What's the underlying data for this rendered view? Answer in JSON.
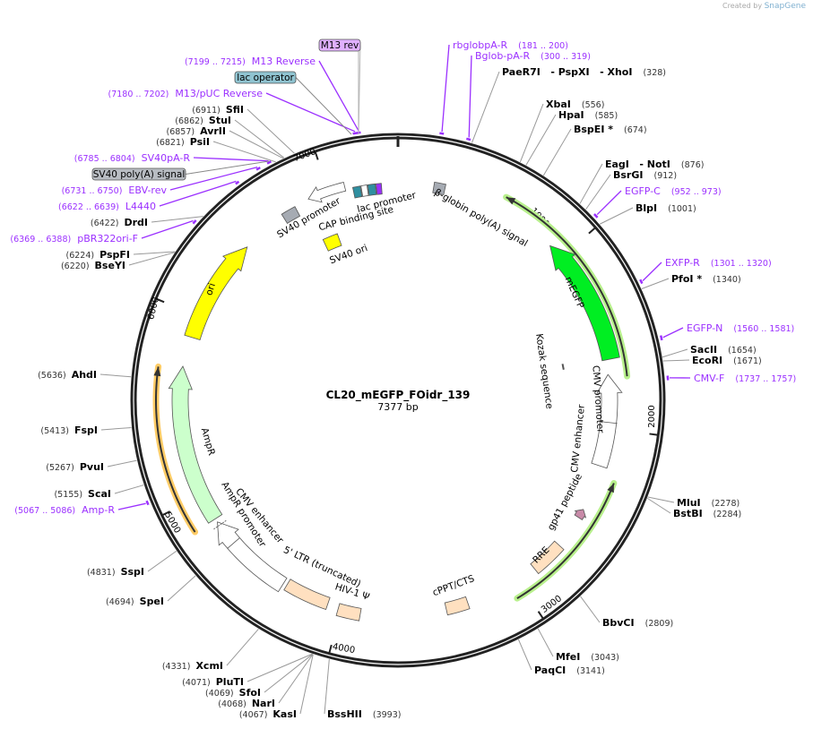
{
  "credit": {
    "prefix": "Created by",
    "brand": "SnapGene"
  },
  "plasmid": {
    "name": "CL20_mEGFP_FOidr_139",
    "length": "7377 bp"
  },
  "colors": {
    "backbone": "#222222",
    "primer": "#9b30ff",
    "enzyme": "#000000",
    "egfp": "#00ee22",
    "ori": "#ffff00",
    "ampr": "#ccffcc",
    "orf_highlight": "#b8f08c",
    "ampr_orf": "#ffcc66",
    "misc": "#ffe0c0",
    "grey_feature": "#a6abb3",
    "gp41": "#c88aa8"
  },
  "ticks": [
    "1000",
    "2000",
    "3000",
    "4000",
    "5000",
    "6000",
    "7000"
  ],
  "boxed_labels": [
    {
      "text": "M13 rev",
      "bg": "#e0b0ff"
    },
    {
      "text": "lac operator",
      "bg": "#8fc3d0"
    },
    {
      "text": "SV40 poly(A) signal",
      "bg": "#b8bcc2"
    }
  ],
  "enzymes": [
    {
      "name": "SfiI",
      "pos": "6911"
    },
    {
      "name": "StuI",
      "pos": "6862"
    },
    {
      "name": "AvrII",
      "pos": "6857"
    },
    {
      "name": "PsiI",
      "pos": "6821"
    },
    {
      "name": "DrdI",
      "pos": "6422"
    },
    {
      "name": "PspFI",
      "pos": "6224"
    },
    {
      "name": "BseYI",
      "pos": "6220"
    },
    {
      "name": "AhdI",
      "pos": "5636"
    },
    {
      "name": "FspI",
      "pos": "5413"
    },
    {
      "name": "PvuI",
      "pos": "5267"
    },
    {
      "name": "ScaI",
      "pos": "5155"
    },
    {
      "name": "SspI",
      "pos": "4831"
    },
    {
      "name": "SpeI",
      "pos": "4694"
    },
    {
      "name": "XcmI",
      "pos": "4331"
    },
    {
      "name": "PluTI",
      "pos": "4071"
    },
    {
      "name": "SfoI",
      "pos": "4069"
    },
    {
      "name": "NarI",
      "pos": "4068"
    },
    {
      "name": "KasI",
      "pos": "4067"
    },
    {
      "name": "PaeR7I   - PspXI   - XhoI",
      "pos": "328"
    },
    {
      "name": "XbaI",
      "pos": "556"
    },
    {
      "name": "HpaI",
      "pos": "585"
    },
    {
      "name": "BspEI *",
      "pos": "674"
    },
    {
      "name": "EagI   - NotI",
      "pos": "876"
    },
    {
      "name": "BsrGI",
      "pos": "912"
    },
    {
      "name": "BlpI",
      "pos": "1001"
    },
    {
      "name": "PfoI *",
      "pos": "1340"
    },
    {
      "name": "SacII",
      "pos": "1654"
    },
    {
      "name": "EcoRI",
      "pos": "1671"
    },
    {
      "name": "MluI",
      "pos": "2278"
    },
    {
      "name": "BstBI",
      "pos": "2284"
    },
    {
      "name": "BbvCI",
      "pos": "2809"
    },
    {
      "name": "MfeI",
      "pos": "3043"
    },
    {
      "name": "PaqCI",
      "pos": "3141"
    },
    {
      "name": "BssHII",
      "pos": "3993"
    }
  ],
  "primers": [
    {
      "name": "M13 Reverse",
      "range": "7199 .. 7215"
    },
    {
      "name": "M13/pUC Reverse",
      "range": "7180 .. 7202"
    },
    {
      "name": "SV40pA-R",
      "range": "6785 .. 6804"
    },
    {
      "name": "EBV-rev",
      "range": "6731 .. 6750"
    },
    {
      "name": "L4440",
      "range": "6622 .. 6639"
    },
    {
      "name": "pBR322ori-F",
      "range": "6369 .. 6388"
    },
    {
      "name": "Amp-R",
      "range": "5067 .. 5086"
    },
    {
      "name": "rbglobpA-R",
      "range": "181 .. 200"
    },
    {
      "name": "Bglob-pA-R",
      "range": "300 .. 319"
    },
    {
      "name": "EGFP-C",
      "range": "952 .. 973"
    },
    {
      "name": "EXFP-R",
      "range": "1301 .. 1320"
    },
    {
      "name": "EGFP-N",
      "range": "1560 .. 1581"
    },
    {
      "name": "CMV-F",
      "range": "1737 .. 1757"
    }
  ],
  "features": [
    {
      "name": "SV40 promoter"
    },
    {
      "name": "lac promoter"
    },
    {
      "name": "CAP binding site"
    },
    {
      "name": "β-globin poly(A) signal"
    },
    {
      "name": "SV40 ori"
    },
    {
      "name": "ori"
    },
    {
      "name": "mEGFP"
    },
    {
      "name": "Kozak sequence"
    },
    {
      "name": "CMV promoter"
    },
    {
      "name": "CMV enhancer"
    },
    {
      "name": "gp41 peptide"
    },
    {
      "name": "RRE"
    },
    {
      "name": "cPPT/CTS"
    },
    {
      "name": "5' LTR (truncated)"
    },
    {
      "name": "HIV-1 Ψ"
    },
    {
      "name": "CMV enhancer"
    },
    {
      "name": "AmpR promoter"
    },
    {
      "name": "AmpR"
    }
  ]
}
